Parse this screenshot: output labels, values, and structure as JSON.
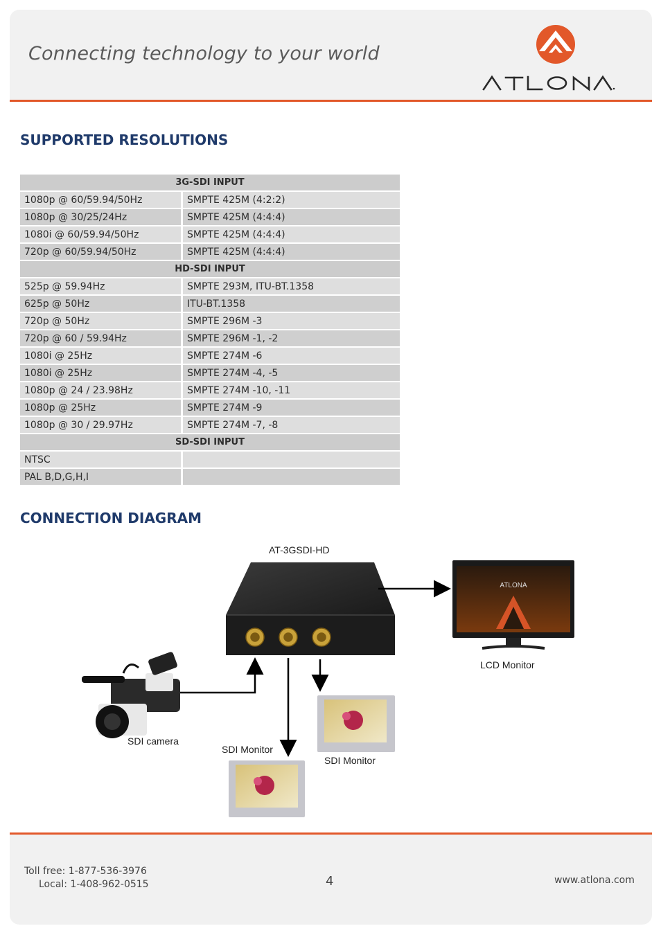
{
  "header": {
    "tagline": "Connecting technology to your world",
    "logo_text": "ATLONA",
    "accent_color": "#e2582a"
  },
  "supported_resolutions": {
    "title": "SUPPORTED RESOLUTIONS",
    "groups": [
      {
        "heading": "3G-SDI INPUT",
        "rows": [
          [
            "1080p @ 60/59.94/50Hz",
            "SMPTE 425M (4:2:2)"
          ],
          [
            "1080p @ 30/25/24Hz",
            "SMPTE 425M (4:4:4)"
          ],
          [
            "1080i @ 60/59.94/50Hz",
            "SMPTE 425M (4:4:4)"
          ],
          [
            "720p @ 60/59.94/50Hz",
            "SMPTE 425M (4:4:4)"
          ]
        ]
      },
      {
        "heading": "HD-SDI INPUT",
        "rows": [
          [
            "525p @ 59.94Hz",
            "SMPTE 293M, ITU-BT.1358"
          ],
          [
            "625p @ 50Hz",
            "ITU-BT.1358"
          ],
          [
            "720p @ 50Hz",
            "SMPTE 296M -3"
          ],
          [
            "720p @ 60 / 59.94Hz",
            "SMPTE 296M -1, -2"
          ],
          [
            "1080i @ 25Hz",
            "SMPTE 274M -6"
          ],
          [
            "1080i @ 25Hz",
            "SMPTE 274M -4, -5"
          ],
          [
            "1080p @ 24 / 23.98Hz",
            "SMPTE 274M -10, -11"
          ],
          [
            "1080p @ 25Hz",
            "SMPTE 274M -9"
          ],
          [
            "1080p @ 30 / 29.97Hz",
            "SMPTE 274M -7, -8"
          ]
        ]
      },
      {
        "heading": "SD-SDI INPUT",
        "rows": [
          [
            "NTSC",
            ""
          ],
          [
            "PAL B,D,G,H,I",
            ""
          ]
        ]
      }
    ]
  },
  "connection_diagram": {
    "title": "CONNECTION DIAGRAM",
    "device_label": "AT-3GSDI-HD",
    "lcd_label": "LCD Monitor",
    "camera_label": "SDI camera",
    "sdi_monitor_label_1": "SDI Monitor",
    "sdi_monitor_label_2": "SDI Monitor",
    "lcd_screen_logo": "ATLONA"
  },
  "footer": {
    "toll_free": "Toll free: 1-877-536-3976",
    "local": "Local: 1-408-962-0515",
    "page_number": "4",
    "website": "www.atlona.com"
  }
}
